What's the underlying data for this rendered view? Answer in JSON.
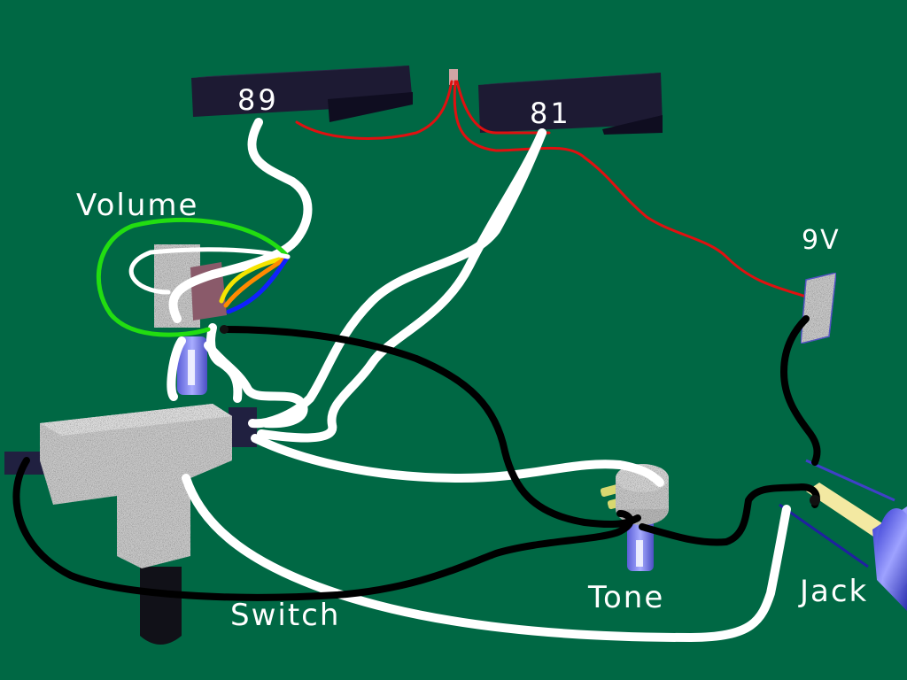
{
  "pickups": {
    "neck": {
      "label": "89"
    },
    "bridge": {
      "label": "81"
    }
  },
  "labels": {
    "volume": "Volume",
    "tone": "Tone",
    "switch": "Switch",
    "jack": "Jack",
    "battery": "9V"
  },
  "colors": {
    "background": "#006844",
    "pickup_body": "#1d1a33",
    "hot_wire": "#e01010",
    "ground_wire": "#000000",
    "signal_wire": "#ffffff",
    "green_wire": "#22dd11",
    "yellow_wire": "#f5e400",
    "orange_wire": "#ff8a00",
    "blue_wire": "#1020ff",
    "pot_shaft": "#7f83f2"
  }
}
